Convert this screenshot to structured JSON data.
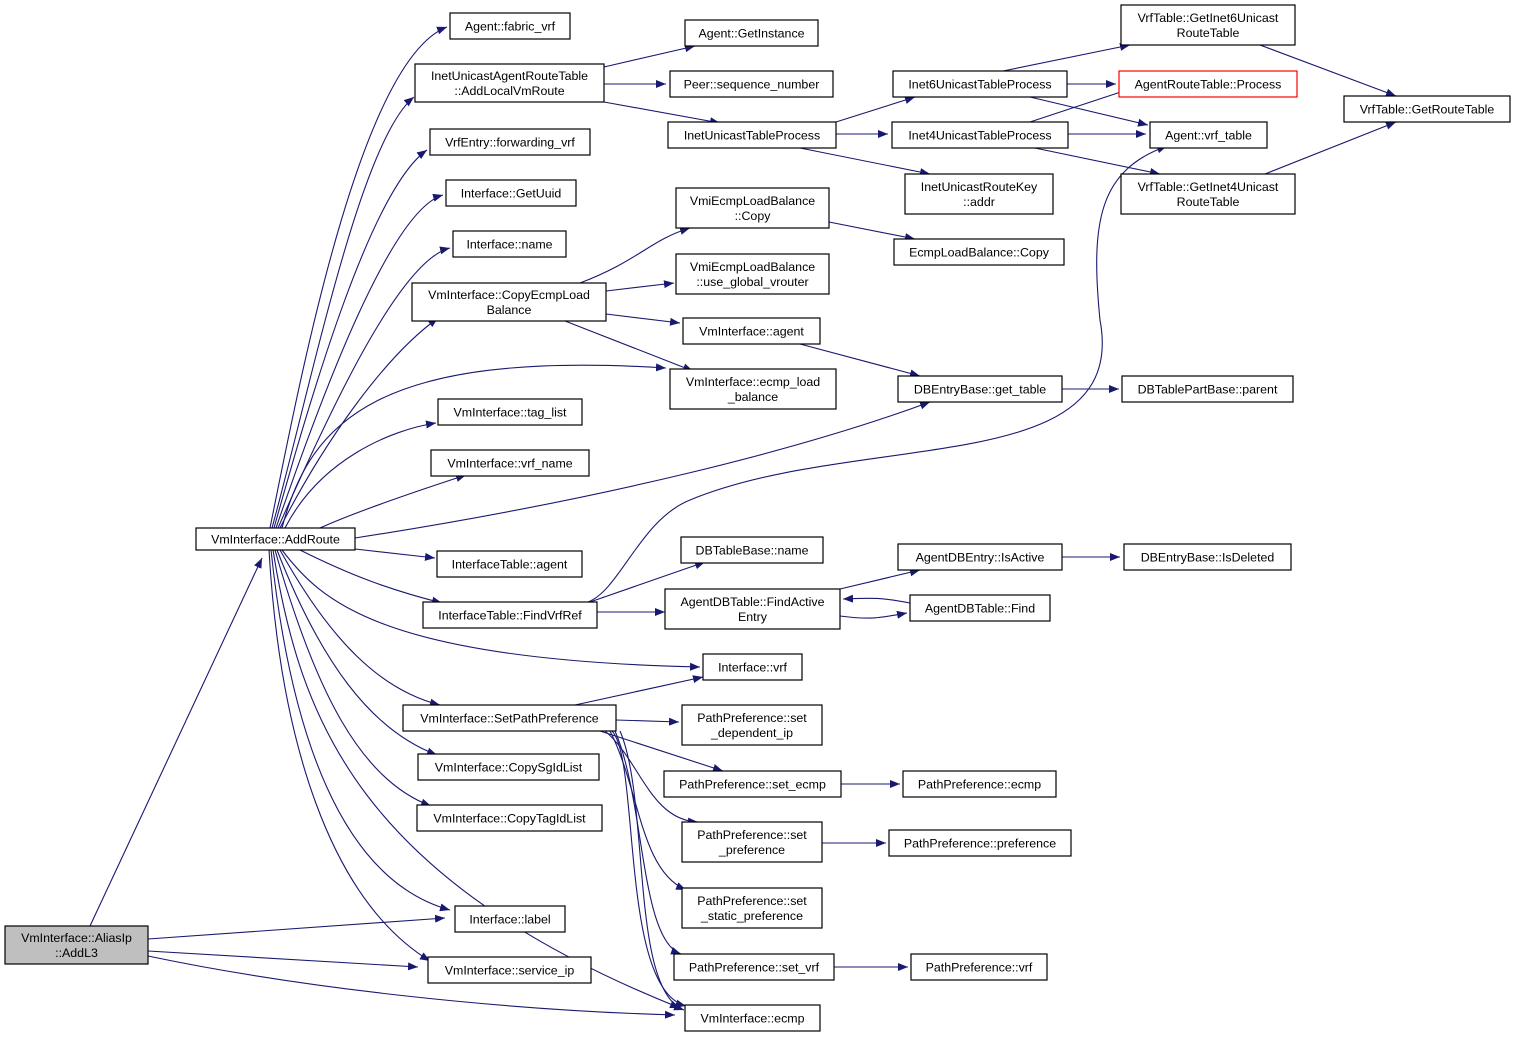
{
  "colors": {
    "edge": "#191970",
    "root_fill": "#bfbfbf",
    "highlight_border": "#ff0000"
  },
  "nodes": {
    "addl3": [
      "VmInterface::AliasIp",
      "::AddL3"
    ],
    "addroute": [
      "VmInterface::AddRoute"
    ],
    "fabricvrf": [
      "Agent::fabric_vrf"
    ],
    "addlocal": [
      "InetUnicastAgentRouteTable",
      "::AddLocalVmRoute"
    ],
    "fwdvrf": [
      "VrfEntry::forwarding_vrf"
    ],
    "getuuid": [
      "Interface::GetUuid"
    ],
    "ifname": [
      "Interface::name"
    ],
    "copyecmp": [
      "VmInterface::CopyEcmpLoad",
      "Balance"
    ],
    "ecmpload": [
      "VmInterface::ecmp_load",
      "_balance"
    ],
    "taglist": [
      "VmInterface::tag_list"
    ],
    "vrfname": [
      "VmInterface::vrf_name"
    ],
    "itagent": [
      "InterfaceTable::agent"
    ],
    "findvrf": [
      "InterfaceTable::FindVrfRef"
    ],
    "ifvrf": [
      "Interface::vrf"
    ],
    "setpath": [
      "VmInterface::SetPathPreference"
    ],
    "copysg": [
      "VmInterface::CopySgIdList"
    ],
    "copytag": [
      "VmInterface::CopyTagIdList"
    ],
    "iflabel": [
      "Interface::label"
    ],
    "serviceip": [
      "VmInterface::service_ip"
    ],
    "vmecmp": [
      "VmInterface::ecmp"
    ],
    "getinst": [
      "Agent::GetInstance"
    ],
    "peerseq": [
      "Peer::sequence_number"
    ],
    "inetproc": [
      "InetUnicastTableProcess"
    ],
    "vmicopy": [
      "VmiEcmpLoadBalance",
      "::Copy"
    ],
    "vmiuse": [
      "VmiEcmpLoadBalance",
      "::use_global_vrouter"
    ],
    "vmagent": [
      "VmInterface::agent"
    ],
    "dbname": [
      "DBTableBase::name"
    ],
    "findactive": [
      "AgentDBTable::FindActive",
      "Entry"
    ],
    "ppdep": [
      "PathPreference::set",
      "_dependent_ip"
    ],
    "ppsetecmp": [
      "PathPreference::set_ecmp"
    ],
    "ppsetpref": [
      "PathPreference::set",
      "_preference"
    ],
    "ppstatic": [
      "PathPreference::set",
      "_static_preference"
    ],
    "ppsetvrf": [
      "PathPreference::set_vrf"
    ],
    "inet6proc": [
      "Inet6UnicastTableProcess"
    ],
    "inet4proc": [
      "Inet4UnicastTableProcess"
    ],
    "routekey": [
      "InetUnicastRouteKey",
      "::addr"
    ],
    "ecmplbcopy": [
      "EcmpLoadBalance::Copy"
    ],
    "gettable": [
      "DBEntryBase::get_table"
    ],
    "isactive": [
      "AgentDBEntry::IsActive"
    ],
    "dbfind": [
      "AgentDBTable::Find"
    ],
    "ppecmp": [
      "PathPreference::ecmp"
    ],
    "pppref": [
      "PathPreference::preference"
    ],
    "ppvrf": [
      "PathPreference::vrf"
    ],
    "getinet6": [
      "VrfTable::GetInet6Unicast",
      "RouteTable"
    ],
    "artprocess": [
      "AgentRouteTable::Process"
    ],
    "vrftable": [
      "Agent::vrf_table"
    ],
    "getinet4": [
      "VrfTable::GetInet4Unicast",
      "RouteTable"
    ],
    "parent": [
      "DBTablePartBase::parent"
    ],
    "isdeleted": [
      "DBEntryBase::IsDeleted"
    ],
    "getroute": [
      "VrfTable::GetRouteTable"
    ]
  }
}
